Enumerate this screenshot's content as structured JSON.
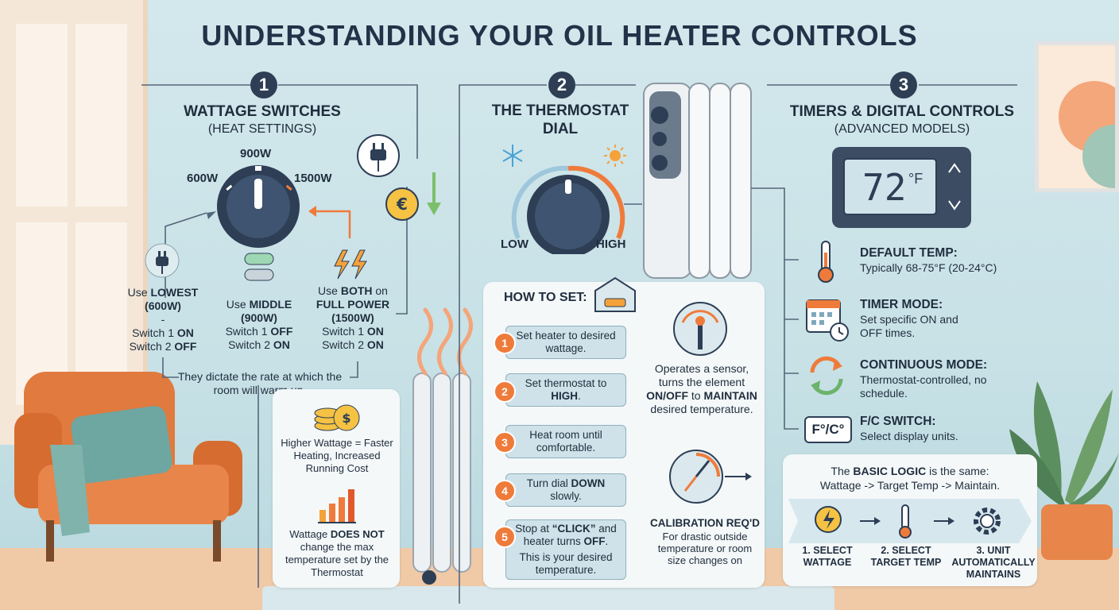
{
  "title": "UNDERSTANDING YOUR OIL HEATER CONTROLS",
  "sections": {
    "wattage": {
      "number": "1",
      "title": "WATTAGE SWITCHES",
      "subtitle": "(HEAT SETTINGS)",
      "dial_labels": {
        "low": "600W",
        "mid": "900W",
        "high": "1500W"
      },
      "options": [
        {
          "pre": "Use ",
          "bold": "LOWEST",
          "watts": "(600W)",
          "sep": "-",
          "s1_pre": "Switch 1 ",
          "s1_val": "ON",
          "s2_pre": "Switch 2 ",
          "s2_val": "OFF"
        },
        {
          "pre": "Use ",
          "bold": "MIDDLE",
          "watts": "(900W)",
          "sep": "",
          "s1_pre": "Switch 1 ",
          "s1_val": "OFF",
          "s2_pre": "Switch 2 ",
          "s2_val": "ON"
        },
        {
          "pre": "Use ",
          "bold": "BOTH",
          "post": " on",
          "line2": "FULL POWER",
          "watts": "(1500W)",
          "sep": "",
          "s1_pre": "Switch 1 ",
          "s1_val": "ON",
          "s2_pre": "Switch 2 ",
          "s2_val": "ON"
        }
      ],
      "rate_note": "They dictate the rate at which the room will warm up.",
      "cost_note": "Higher Wattage = Faster Heating, Increased Running Cost",
      "max_note_pre": "Wattage ",
      "max_note_bold": "DOES NOT",
      "max_note_post": " change the max temperature set by the Thermostat"
    },
    "thermostat": {
      "number": "2",
      "title": "THE THERMOSTAT DIAL",
      "low": "LOW",
      "high": "HIGH",
      "how_to": "HOW TO SET:",
      "steps": [
        {
          "n": "1",
          "text": "Set heater to desired wattage."
        },
        {
          "n": "2",
          "text_pre": "Set thermostat to ",
          "text_bold": "HIGH",
          "text_post": "."
        },
        {
          "n": "3",
          "text": "Heat room until comfortable."
        },
        {
          "n": "4",
          "text_pre": "Turn dial ",
          "text_bold": "DOWN",
          "text_post": " slowly."
        },
        {
          "n": "5",
          "text_pre": "Stop at ",
          "text_bold": "“CLICK”",
          "text_post": " and heater turns ",
          "text_bold2": "OFF",
          "text_post2": ".",
          "extra": "This is your desired temperature."
        }
      ],
      "sensor_pre": "Operates a sensor, turns the element ",
      "sensor_bold": "ON/OFF",
      "sensor_mid": " to ",
      "sensor_bold2": "MAINTAIN",
      "sensor_post": " desired temperature.",
      "calib_title": "CALIBRATION REQ'D",
      "calib_text": "For drastic outside temperature or room size changes on"
    },
    "timers": {
      "number": "3",
      "title": "TIMERS & DIGITAL CONTROLS",
      "subtitle": "(ADVANCED MODELS)",
      "display_temp": "72",
      "display_unit": "°F",
      "features": [
        {
          "title": "DEFAULT TEMP:",
          "text": "Typically 68-75°F (20-24°C)",
          "icon": "thermometer-icon"
        },
        {
          "title": "TIMER MODE:",
          "text": "Set specific ON and OFF times.",
          "icon": "calendar-clock-icon"
        },
        {
          "title": "CONTINUOUS MODE:",
          "text": "Thermostat-controlled, no schedule.",
          "icon": "cycle-arrows-icon"
        },
        {
          "title": "F/C SWITCH:",
          "text": "Select display units.",
          "icon": "fc-switch-icon"
        }
      ],
      "fc_label": "F°/C°",
      "logic_pre": "The ",
      "logic_bold": "BASIC LOGIC",
      "logic_post": " is the same:",
      "logic_line2": "Wattage -> Target Temp -> Maintain.",
      "logic_steps": [
        "1. SELECT WATTAGE",
        "2. SELECT TARGET TEMP",
        "3. UNIT AUTOMATICALLY MAINTAINS"
      ]
    }
  },
  "colors": {
    "accent": "#ef7b3b",
    "navy": "#2d3e55",
    "bg": "#c7e1e6"
  }
}
